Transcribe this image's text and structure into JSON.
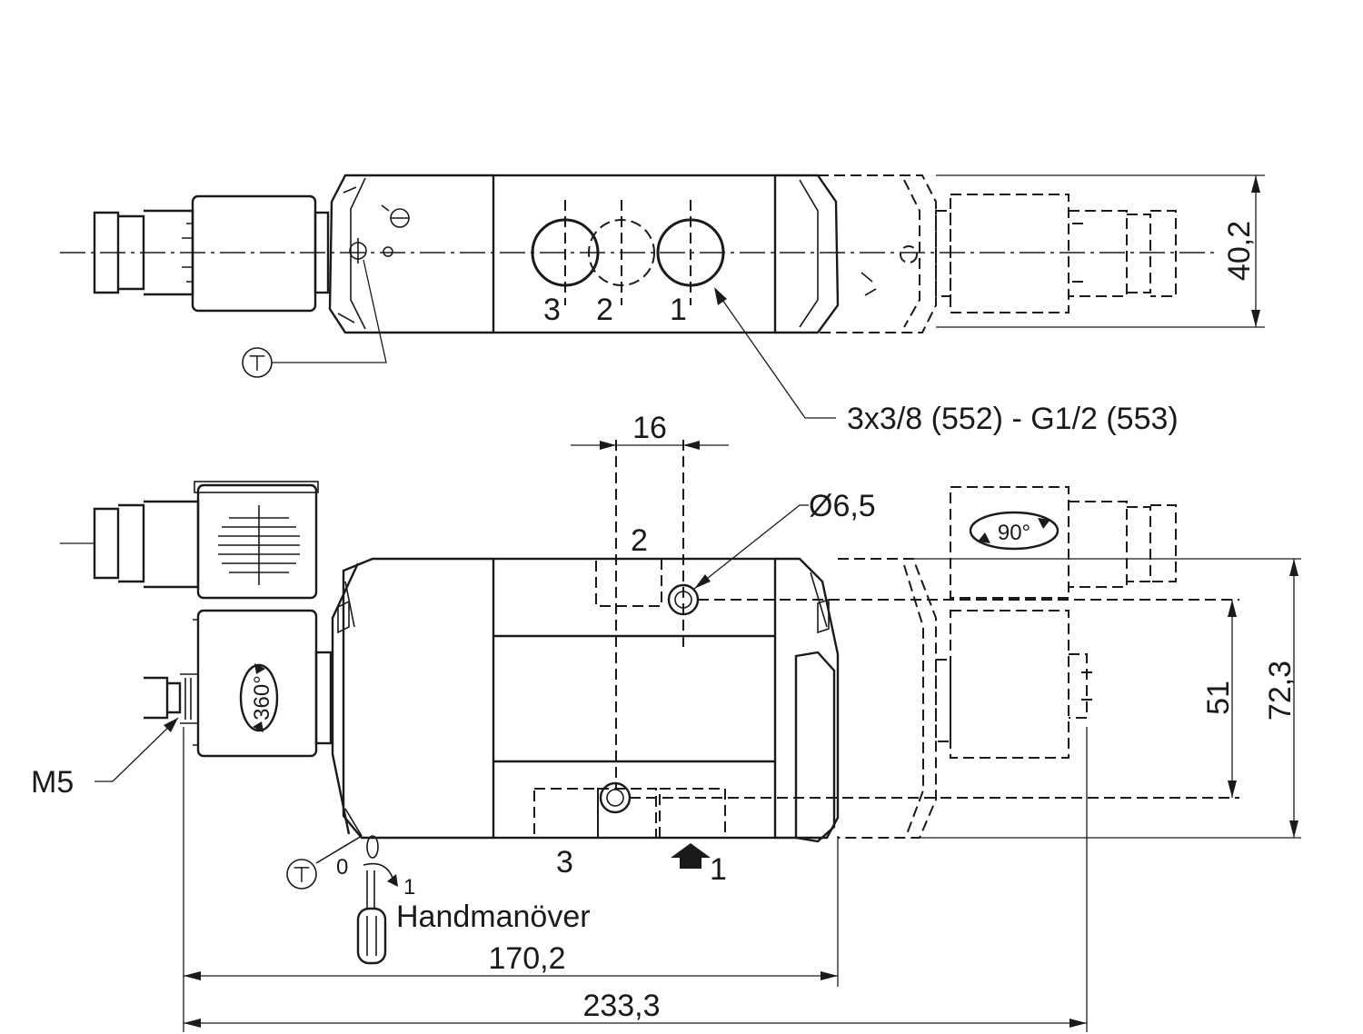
{
  "labels": {
    "port_thread": "3x3/8 (552) - G1/2 (553)",
    "width_16": "16",
    "hole_dia": "Ø6,5",
    "height_40_2": "40,2",
    "height_51": "51",
    "height_72_3": "72,3",
    "len_170_2": "170,2",
    "len_233_3": "233,3",
    "mount_thread": "M5",
    "manual_override": "Handmanöver",
    "rot_360": "360°",
    "rot_90": "90°",
    "pos_0": "0",
    "pos_1": "1",
    "top_port_3": "3",
    "top_port_2": "2",
    "top_port_1": "1",
    "front_port_2": "2",
    "front_port_3": "3",
    "front_port_1": "1",
    "override_symbol": "⊤"
  }
}
